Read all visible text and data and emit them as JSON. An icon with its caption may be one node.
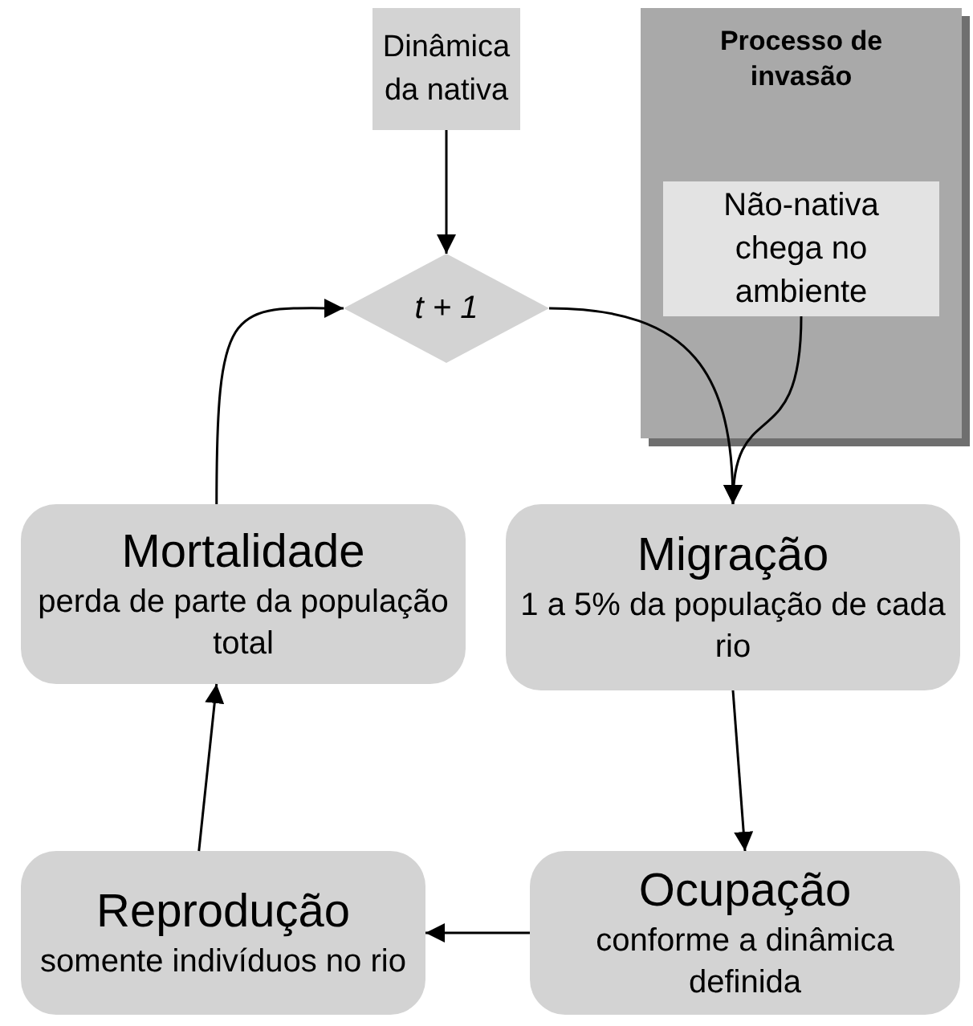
{
  "diagram": {
    "nodes": [
      {
        "text": [
          "Dinâmica da nativa"
        ]
      },
      {
        "text": [
          "Processo de invasão"
        ]
      },
      {
        "text": [
          "Não-nativa chega no ambiente"
        ],
        "in": 1
      },
      {
        "text": [
          "t + 1"
        ]
      },
      {
        "text": [
          "Mortalidade",
          "perda de parte da população total"
        ]
      },
      {
        "text": [
          "Migração",
          "1 a 5% da população de cada rio"
        ]
      },
      {
        "text": [
          "Reprodução",
          "somente indivíduos no rio"
        ]
      },
      {
        "text": [
          "Ocupação",
          "conforme a dinâmica definida"
        ]
      }
    ],
    "edges": [
      {
        "from": 0,
        "to": 3,
        "arrow": "to"
      },
      {
        "from": 3,
        "to": 5,
        "arrow": "to"
      },
      {
        "from": 2,
        "to": 5,
        "arrow": "to"
      },
      {
        "from": 5,
        "to": 7,
        "arrow": "to"
      },
      {
        "from": 7,
        "to": 6,
        "arrow": "to"
      },
      {
        "from": 6,
        "to": 4,
        "arrow": "to"
      },
      {
        "from": 4,
        "to": 3,
        "arrow": "to"
      }
    ]
  }
}
